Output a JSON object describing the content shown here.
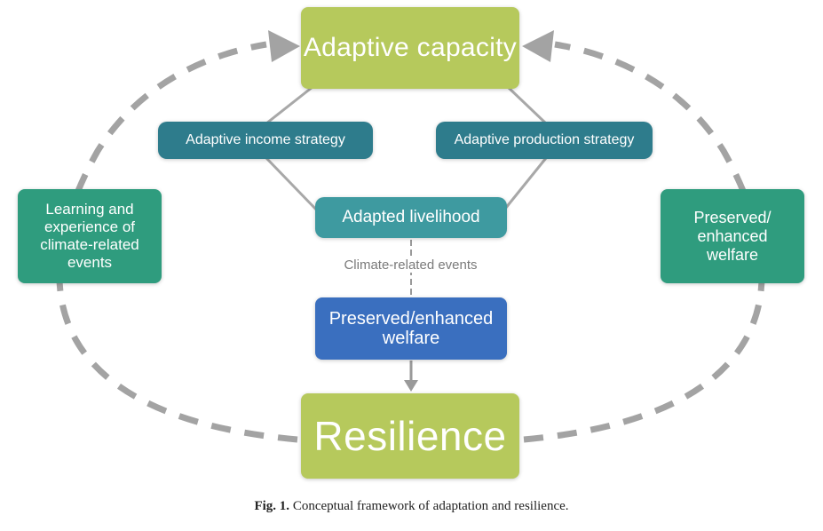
{
  "nodes": {
    "adaptive_capacity": "Adaptive capacity",
    "adaptive_income_strategy": "Adaptive income strategy",
    "adaptive_production_strategy": "Adaptive production strategy",
    "adapted_livelihood": "Adapted livelihood",
    "climate_related_events": "Climate-related events",
    "preserved_enhanced_welfare_center": [
      "Preserved/enhanced",
      "welfare"
    ],
    "resilience": "Resilience",
    "learning_experience": [
      "Learning and",
      "experience of",
      "climate-related",
      "events"
    ],
    "preserved_enhanced_welfare_right": [
      "Preserved/",
      "enhanced",
      "welfare"
    ]
  },
  "caption": {
    "label": "Fig. 1.",
    "text": " Conceptual framework of adaptation and resilience."
  },
  "colors": {
    "lime_green": "#b6c95c",
    "teal_dark": "#2e7c8c",
    "teal_medium": "#3e9aa0",
    "sea_green": "#2f9c7e",
    "blue": "#3a6fbf",
    "connector_gray": "#aaaaaa",
    "dashed_gray": "#a3a3a3"
  }
}
